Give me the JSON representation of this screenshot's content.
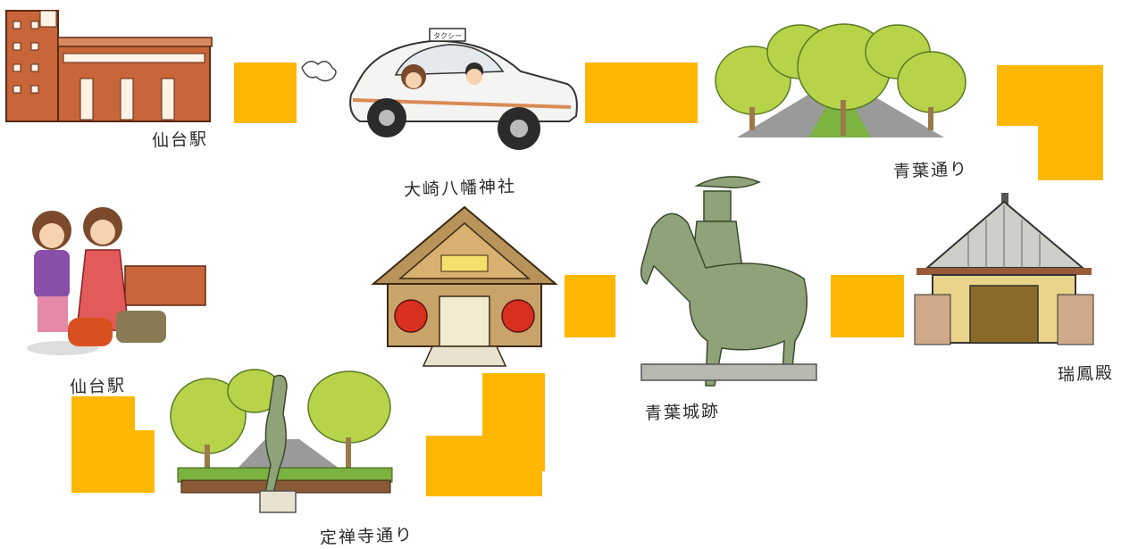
{
  "captions": {
    "sendai_station_top": "仙台駅",
    "osaki_hachiman": "大崎八幡神社",
    "aoba_dori": "青葉通り",
    "sendai_station_bottom": "仙台駅",
    "jozenji_dori": "定禅寺通り",
    "aoba_castle": "青葉城跡",
    "zuihoden": "瑞鳳殿"
  },
  "taxi_sign": "タクシー",
  "colors": {
    "route_block": "#FFB703",
    "brick": "#C8663A",
    "tree": "#B7D34A",
    "shrine_red": "#D8301F",
    "statue": "#8FA27A",
    "taxi_stripe": "#D88A55"
  },
  "icons": [
    "station-building-icon",
    "taxi-icon",
    "tree-lined-avenue-icon",
    "travelers-icon",
    "shrine-icon",
    "horse-statue-icon",
    "mausoleum-icon",
    "park-statue-icon"
  ]
}
